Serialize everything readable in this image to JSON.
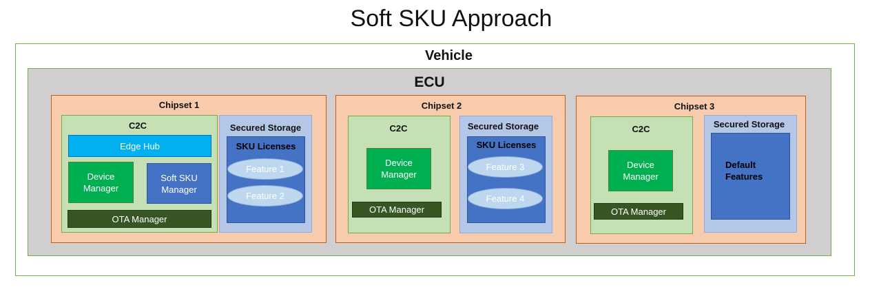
{
  "title": "Soft SKU Approach",
  "vehicle": {
    "label": "Vehicle"
  },
  "ecu": {
    "label": "ECU"
  },
  "chipsets": [
    {
      "label": "Chipset 1",
      "c2c": {
        "label": "C2C",
        "edge_hub": "Edge Hub",
        "device_manager": "Device Manager",
        "soft_sku_manager": "Soft SKU Manager",
        "ota_manager": "OTA Manager"
      },
      "storage": {
        "label": "Secured Storage",
        "sku_licenses": "SKU Licenses",
        "features": [
          "Feature 1",
          "Feature 2"
        ]
      }
    },
    {
      "label": "Chipset 2",
      "c2c": {
        "label": "C2C",
        "device_manager": "Device Manager",
        "ota_manager": "OTA Manager"
      },
      "storage": {
        "label": "Secured Storage",
        "sku_licenses": "SKU Licenses",
        "features": [
          "Feature 3",
          "Feature 4"
        ]
      }
    },
    {
      "label": "Chipset 3",
      "c2c": {
        "label": "C2C",
        "device_manager": "Device Manager",
        "ota_manager": "OTA Manager"
      },
      "storage": {
        "label": "Secured Storage",
        "default_features": "Default Features"
      }
    }
  ]
}
